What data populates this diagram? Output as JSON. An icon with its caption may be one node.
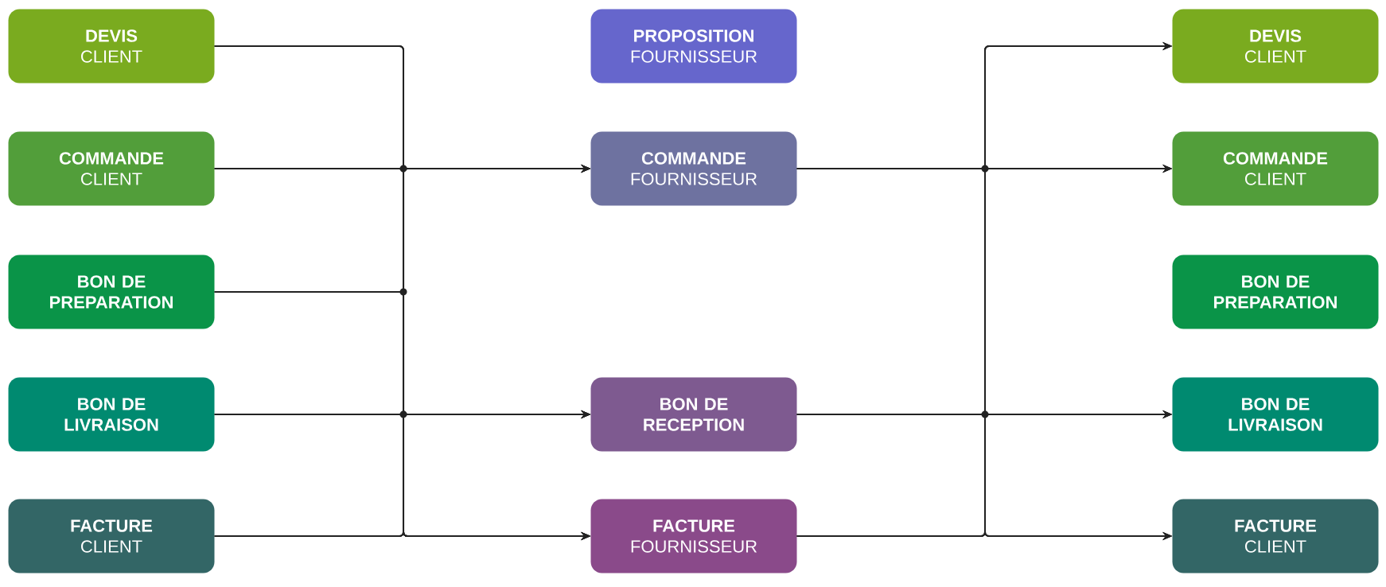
{
  "diagram": {
    "nodes": [
      {
        "text": [
          "DEVIS",
          "CLIENT"
        ]
      },
      {
        "text": [
          "COMMANDE",
          "CLIENT"
        ]
      },
      {
        "text": [
          "BON DE PREPARATION"
        ]
      },
      {
        "text": [
          "BON DE LIVRAISON"
        ]
      },
      {
        "text": [
          "FACTURE",
          "CLIENT"
        ]
      },
      {
        "text": [
          "PROPOSITION",
          "FOURNISSEUR"
        ]
      },
      {
        "text": [
          "COMMANDE",
          "FOURNISSEUR"
        ]
      },
      {
        "text": [
          "BON DE RECEPTION"
        ]
      },
      {
        "text": [
          "FACTURE",
          "FOURNISSEUR"
        ]
      },
      {
        "text": [
          "DEVIS",
          "CLIENT"
        ]
      },
      {
        "text": [
          "COMMANDE",
          "CLIENT"
        ]
      },
      {
        "text": [
          "BON DE PREPARATION"
        ]
      },
      {
        "text": [
          "BON DE LIVRAISON"
        ]
      },
      {
        "text": [
          "FACTURE",
          "CLIENT"
        ]
      }
    ],
    "edges": [
      {
        "from": 0,
        "to": 6,
        "arrow": "to"
      },
      {
        "from": 0,
        "to": 7,
        "arrow": "to"
      },
      {
        "from": 0,
        "to": 8,
        "arrow": "to"
      },
      {
        "from": 1,
        "to": 6,
        "arrow": "to"
      },
      {
        "from": 1,
        "to": 7,
        "arrow": "to"
      },
      {
        "from": 1,
        "to": 8,
        "arrow": "to"
      },
      {
        "from": 2,
        "to": 6,
        "arrow": "to"
      },
      {
        "from": 2,
        "to": 7,
        "arrow": "to"
      },
      {
        "from": 2,
        "to": 8,
        "arrow": "to"
      },
      {
        "from": 3,
        "to": 6,
        "arrow": "to"
      },
      {
        "from": 3,
        "to": 7,
        "arrow": "to"
      },
      {
        "from": 3,
        "to": 8,
        "arrow": "to"
      },
      {
        "from": 4,
        "to": 6,
        "arrow": "to"
      },
      {
        "from": 4,
        "to": 7,
        "arrow": "to"
      },
      {
        "from": 4,
        "to": 8,
        "arrow": "to"
      },
      {
        "from": 6,
        "to": 9,
        "arrow": "to"
      },
      {
        "from": 6,
        "to": 10,
        "arrow": "to"
      },
      {
        "from": 6,
        "to": 12,
        "arrow": "to"
      },
      {
        "from": 6,
        "to": 13,
        "arrow": "to"
      },
      {
        "from": 7,
        "to": 9,
        "arrow": "to"
      },
      {
        "from": 7,
        "to": 10,
        "arrow": "to"
      },
      {
        "from": 7,
        "to": 12,
        "arrow": "to"
      },
      {
        "from": 7,
        "to": 13,
        "arrow": "to"
      },
      {
        "from": 8,
        "to": 9,
        "arrow": "to"
      },
      {
        "from": 8,
        "to": 10,
        "arrow": "to"
      },
      {
        "from": 8,
        "to": 12,
        "arrow": "to"
      },
      {
        "from": 8,
        "to": 13,
        "arrow": "to"
      }
    ]
  }
}
